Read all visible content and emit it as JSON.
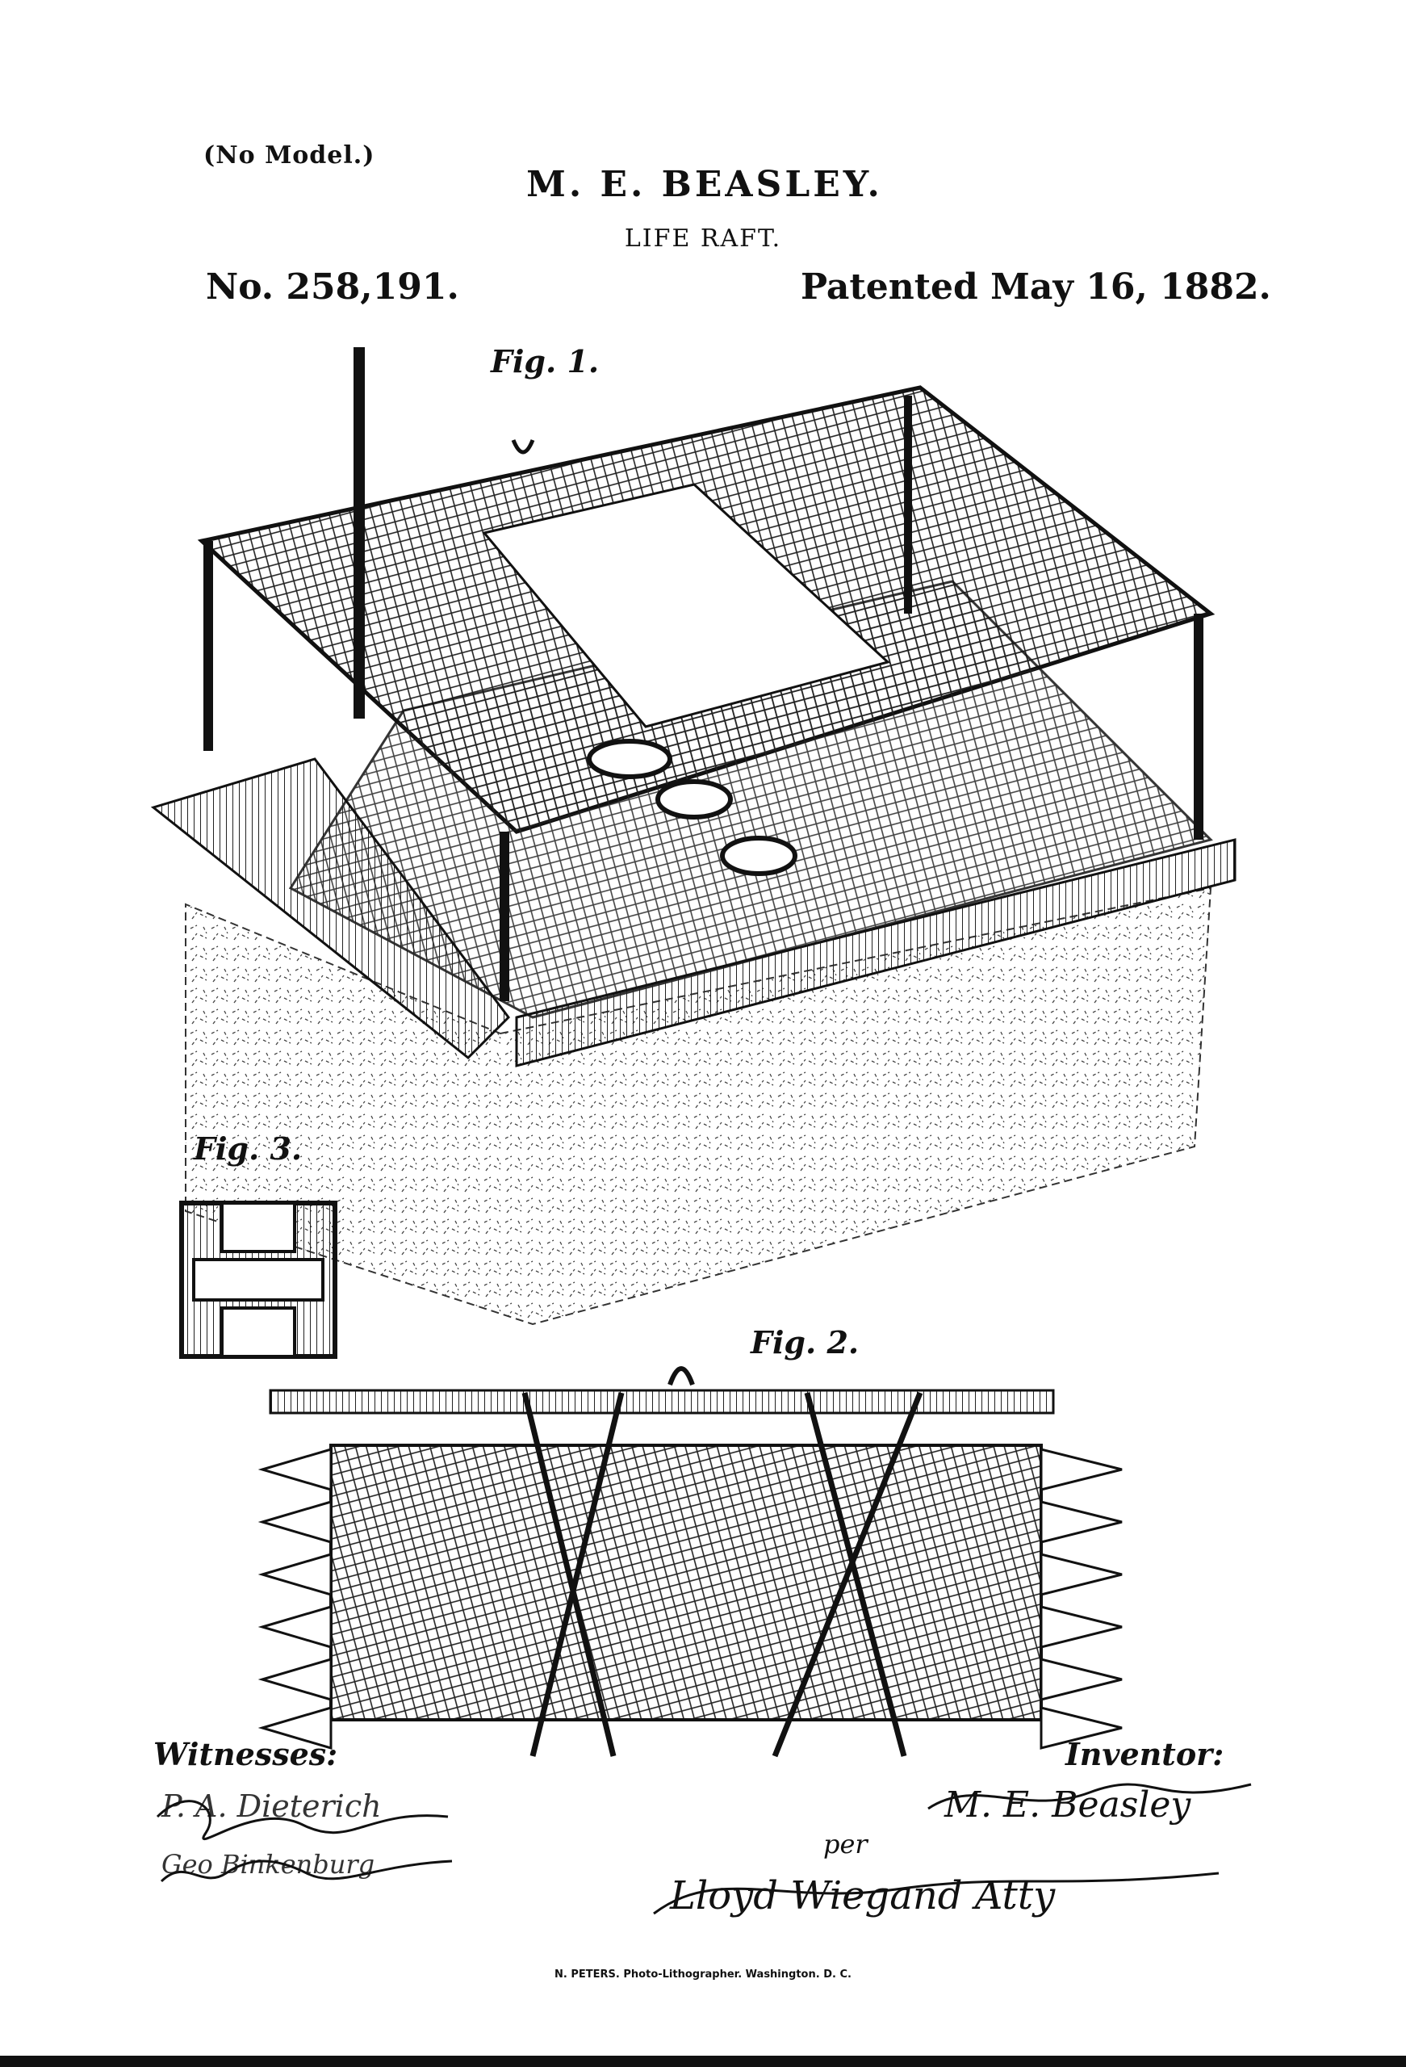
{
  "header": {
    "no_model": "(No Model.)",
    "inventor_name": "M. E. BEASLEY.",
    "title": "LIFE RAFT.",
    "patent_number": "No. 258,191.",
    "patent_date": "Patented May 16, 1882."
  },
  "figures": {
    "fig1": "Fig. 1.",
    "fig2": "Fig. 2.",
    "fig3": "Fig. 3."
  },
  "signatures": {
    "witnesses_label": "Witnesses:",
    "witness1": "P. A. Dieterich",
    "witness2": "Geo Binkenburg",
    "inventor_label": "Inventor:",
    "inventor": "M. E. Beasley",
    "per": "per",
    "attorney": "Lloyd Wiegand Atty"
  },
  "footer": "N. PETERS. Photo-Lithographer. Washington. D. C."
}
